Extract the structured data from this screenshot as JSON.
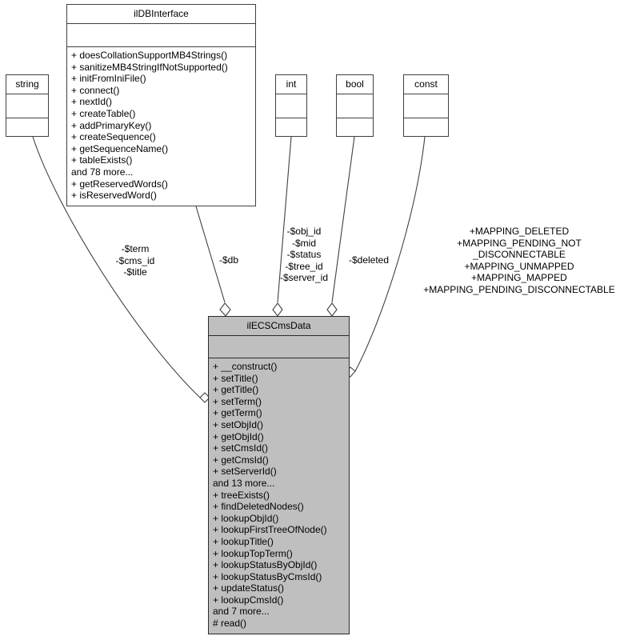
{
  "diagram": {
    "type": "uml-class-collaboration-diagram",
    "background": "#ffffff",
    "highlight_fill": "#bfbfbf",
    "line_color": "#404040"
  },
  "classes": [
    {
      "id": "ilDBInterface",
      "name": "ilDBInterface",
      "attributes": [],
      "operations": [
        "+ doesCollationSupportMB4Strings()",
        "+ sanitizeMB4StringIfNotSupported()",
        "+ initFromIniFile()",
        "+ connect()",
        "+ nextId()",
        "+ createTable()",
        "+ addPrimaryKey()",
        "+ createSequence()",
        "+ getSequenceName()",
        "+ tableExists()",
        "and 78 more...",
        "+ getReservedWords()",
        "+ isReservedWord()"
      ]
    },
    {
      "id": "string",
      "name": "string",
      "attributes": [],
      "operations": []
    },
    {
      "id": "int",
      "name": "int",
      "attributes": [],
      "operations": []
    },
    {
      "id": "bool",
      "name": "bool",
      "attributes": [],
      "operations": []
    },
    {
      "id": "const",
      "name": "const",
      "attributes": [],
      "operations": []
    },
    {
      "id": "ilECSCmsData",
      "name": "ilECSCmsData",
      "highlighted": true,
      "attributes": [],
      "operations": [
        "+ __construct()",
        "+ setTitle()",
        "+ getTitle()",
        "+ setTerm()",
        "+ getTerm()",
        "+ setObjId()",
        "+ getObjId()",
        "+ setCmsId()",
        "+ getCmsId()",
        "+ setServerId()",
        "and 13 more...",
        "+ treeExists()",
        "+ findDeletedNodes()",
        "+ lookupObjId()",
        "+ lookupFirstTreeOfNode()",
        "+ lookupTitle()",
        "+ lookupTopTerm()",
        "+ lookupStatusByObjId()",
        "+ lookupStatusByCmsId()",
        "+ updateStatus()",
        "+ lookupCmsId()",
        "and 7 more...",
        "# read()"
      ]
    }
  ],
  "edges": [
    {
      "id": "string-to-ilECSCmsData",
      "from": "string",
      "to": "ilECSCmsData",
      "kind": "aggregation",
      "label": "-$term\n-$cms_id\n-$title"
    },
    {
      "id": "ilDBInterface-to-ilECSCmsData",
      "from": "ilDBInterface",
      "to": "ilECSCmsData",
      "kind": "aggregation",
      "label": "-$db"
    },
    {
      "id": "int-to-ilECSCmsData",
      "from": "int",
      "to": "ilECSCmsData",
      "kind": "aggregation",
      "label": "-$obj_id\n-$mid\n-$status\n-$tree_id\n-$server_id"
    },
    {
      "id": "bool-to-ilECSCmsData",
      "from": "bool",
      "to": "ilECSCmsData",
      "kind": "aggregation",
      "label": "-$deleted"
    },
    {
      "id": "const-to-ilECSCmsData",
      "from": "const",
      "to": "ilECSCmsData",
      "kind": "aggregation",
      "label": "+MAPPING_DELETED\n+MAPPING_PENDING_NOT\n_DISCONNECTABLE\n+MAPPING_UNMAPPED\n+MAPPING_MAPPED\n+MAPPING_PENDING_DISCONNECTABLE"
    }
  ]
}
